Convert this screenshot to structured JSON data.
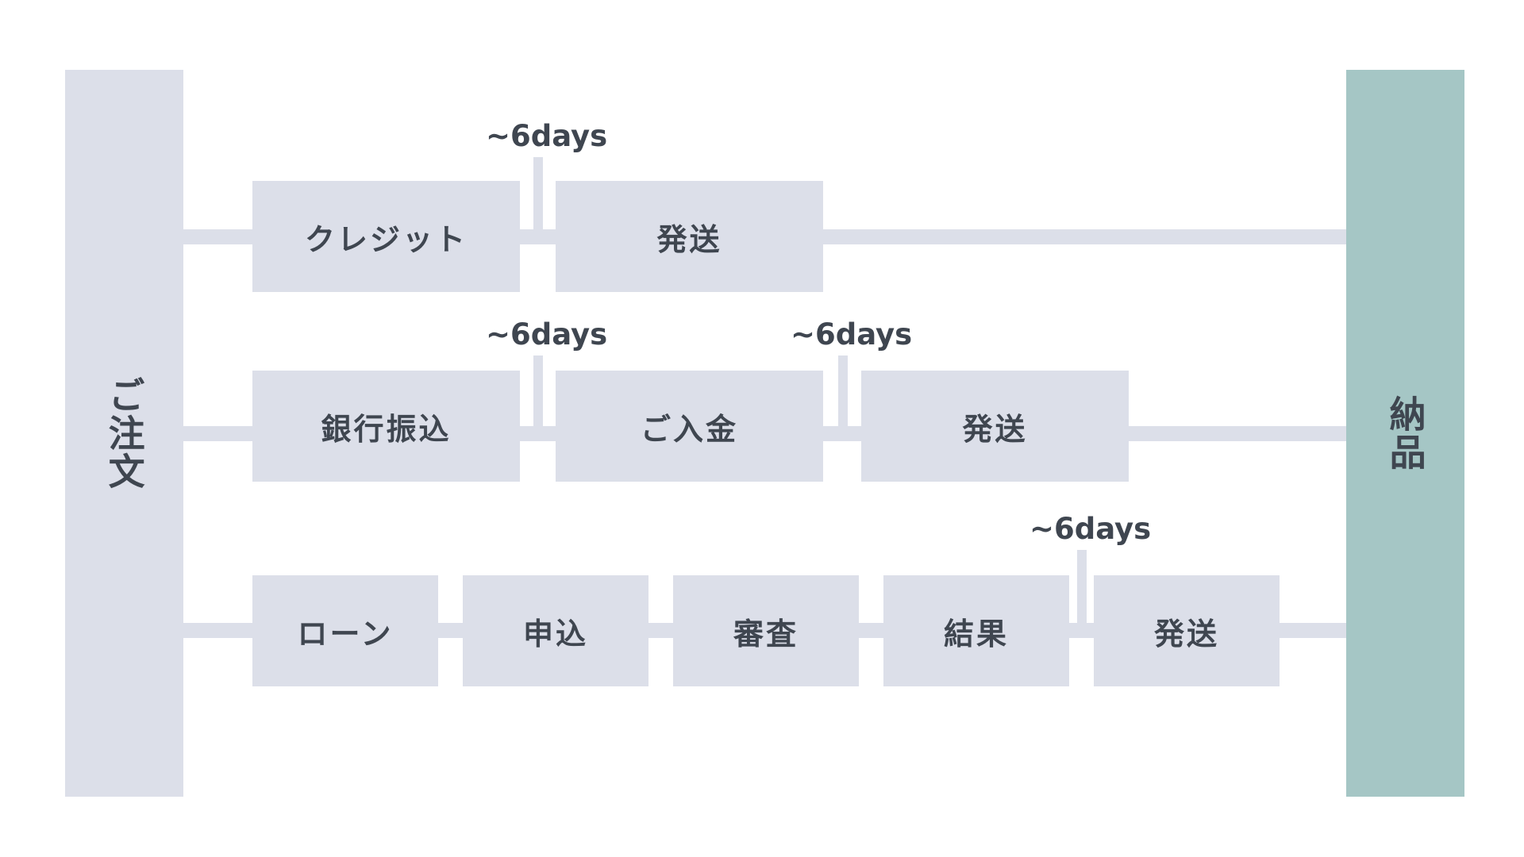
{
  "start": {
    "label": "ご注文"
  },
  "end": {
    "label": "納品"
  },
  "duration_label": "~6days",
  "rows": [
    {
      "id": "credit",
      "steps": [
        "クレジット",
        "発送"
      ],
      "wait_after_steps": [
        1
      ]
    },
    {
      "id": "bank-transfer",
      "steps": [
        "銀行振込",
        "ご入金",
        "発送"
      ],
      "wait_after_steps": [
        1,
        2
      ]
    },
    {
      "id": "loan",
      "steps": [
        "ローン",
        "申込",
        "審査",
        "結果",
        "発送"
      ],
      "wait_after_steps": [
        4
      ]
    }
  ],
  "colors": {
    "box": "#dcdfe9",
    "delivery": "#a5c6c5",
    "text": "#3f4650"
  }
}
